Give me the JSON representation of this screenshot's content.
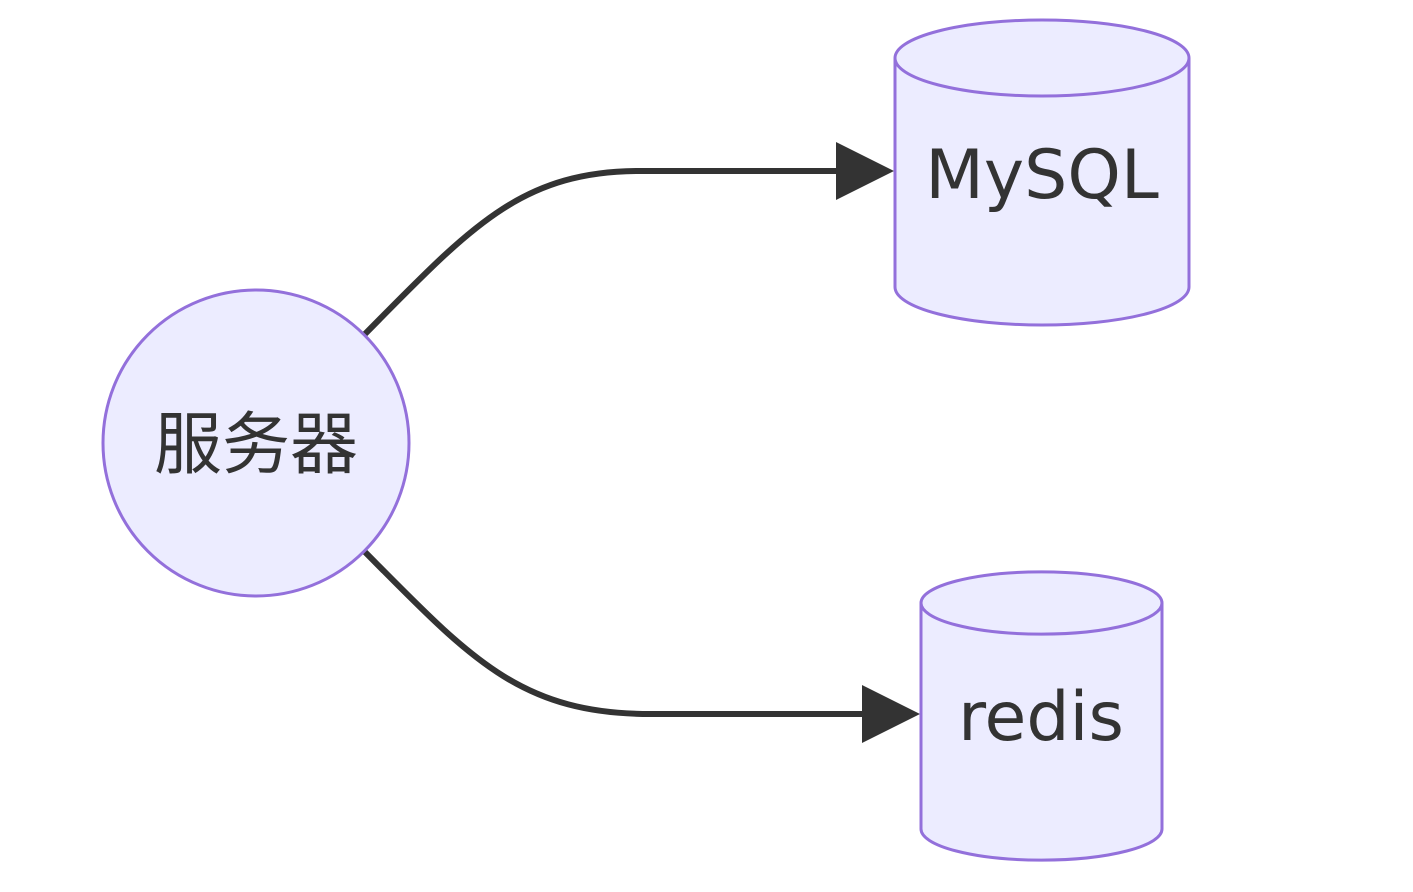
{
  "diagram": {
    "type": "flowchart",
    "direction": "LR",
    "nodes": [
      {
        "id": "server",
        "label": "服务器",
        "shape": "circle"
      },
      {
        "id": "mysql",
        "label": "MySQL",
        "shape": "cylinder"
      },
      {
        "id": "redis",
        "label": "redis",
        "shape": "cylinder"
      }
    ],
    "edges": [
      {
        "from": "server",
        "to": "mysql",
        "arrow": "normal"
      },
      {
        "from": "server",
        "to": "redis",
        "arrow": "normal"
      }
    ],
    "colors": {
      "node_fill": "#ECECFF",
      "node_stroke": "#9370DB",
      "edge": "#333333",
      "text": "#333333"
    }
  }
}
